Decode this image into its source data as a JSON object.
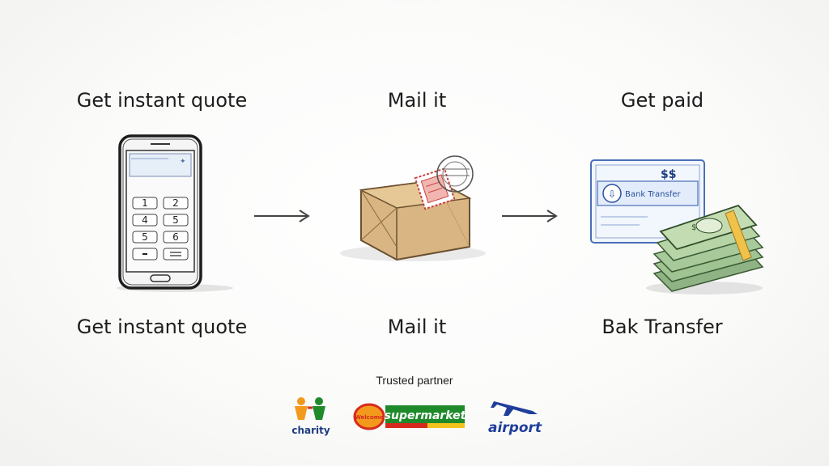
{
  "steps": [
    {
      "title": "Get instant quote",
      "caption": "Get instant quote"
    },
    {
      "title": "Mail it",
      "caption": "Mail it"
    },
    {
      "title": "Get paid",
      "caption": "Bak Transfer"
    }
  ],
  "phone": {
    "keys": [
      "1",
      "2",
      "4",
      "5",
      "5",
      "6"
    ],
    "icon": "phone-keypad-icon"
  },
  "transfer_card": {
    "amount_mark": "$$",
    "label": "Bank Transfer"
  },
  "partners": {
    "label": "Trusted partner",
    "logos": [
      {
        "name": "charity",
        "text": "charity"
      },
      {
        "name": "supermarket",
        "text": "supermarket",
        "badge": "Welcome"
      },
      {
        "name": "airport",
        "text": "airport"
      }
    ]
  },
  "colors": {
    "accent_green": "#1e8a2a",
    "accent_red": "#d62a1f",
    "accent_orange": "#f39a1c",
    "airport_blue": "#1f3e9b"
  }
}
